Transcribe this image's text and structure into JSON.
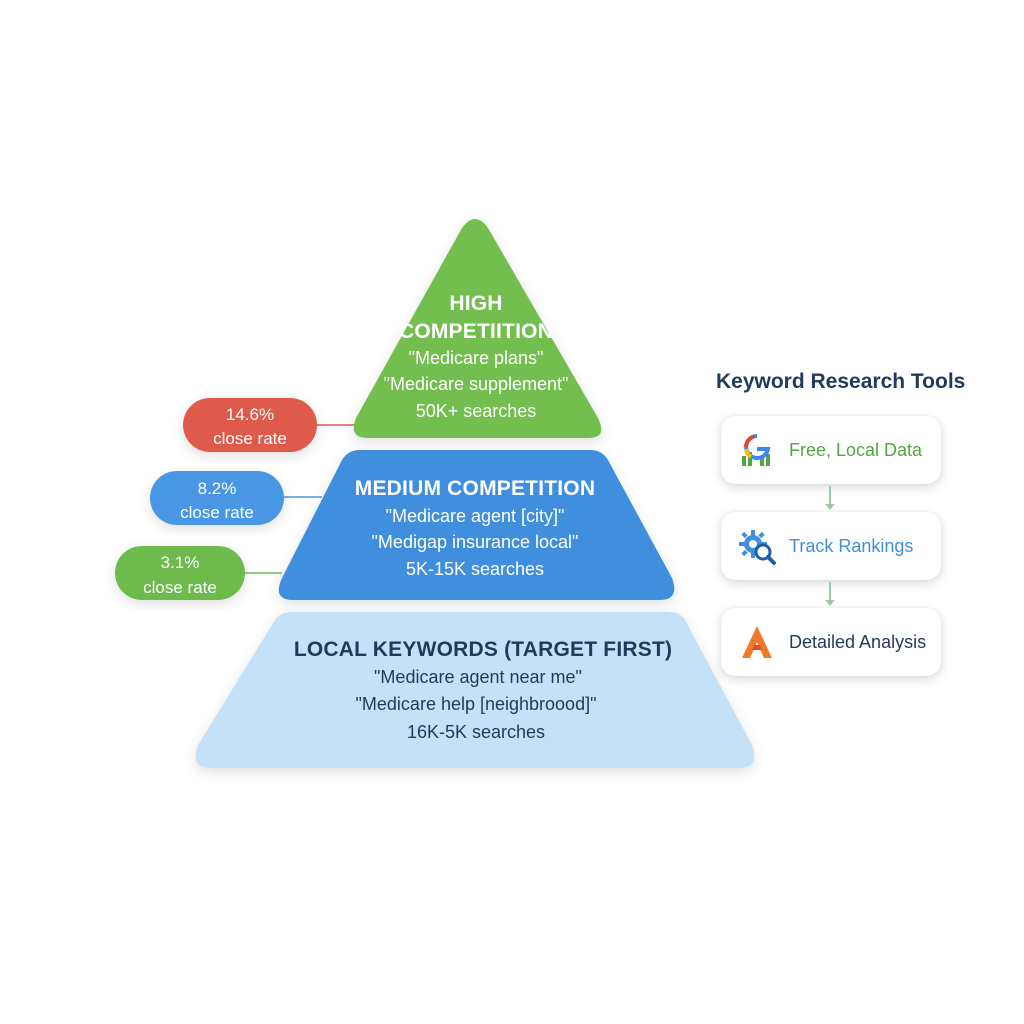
{
  "pyramid": {
    "top": {
      "title_line1": "HIGH",
      "title_line2": "COMPETIITION",
      "keyword1": "\"Medicare plans\"",
      "keyword2": "\"Medicare supplement\"",
      "volume": "50K+ searches",
      "color": "#72bf4f"
    },
    "middle": {
      "title": "MEDIUM COMPETITION",
      "keyword1": "\"Medicare agent [city]\"",
      "keyword2": "\"Medigap insurance local\"",
      "volume": "5K-15K searches",
      "color": "#3f8fde"
    },
    "bottom": {
      "title": "LOCAL KEYWORDS (TARGET FIRST)",
      "keyword1": "\"Medicare agent near me\"",
      "keyword2": "\"Medicare help [neighbroood]\"",
      "volume": "16K-5K searches",
      "color": "#c5e1f7"
    }
  },
  "close_rates": [
    {
      "value": "14.6%",
      "label": "close rate",
      "color": "#e05a4c"
    },
    {
      "value": "8.2%",
      "label": "close rate",
      "color": "#4a97e4"
    },
    {
      "value": "3.1%",
      "label": "close rate",
      "color": "#6dbb4e"
    }
  ],
  "tools": {
    "title": "Keyword Research Tools",
    "items": [
      {
        "label": "Free, Local Data",
        "icon": "google-analytics-icon",
        "color": "#4fa83f"
      },
      {
        "label": "Track Rankings",
        "icon": "gear-search-icon",
        "color": "#3f8fde"
      },
      {
        "label": "Detailed Analysis",
        "icon": "ahrefs-a-icon",
        "color": "#1f3a5c"
      }
    ]
  }
}
